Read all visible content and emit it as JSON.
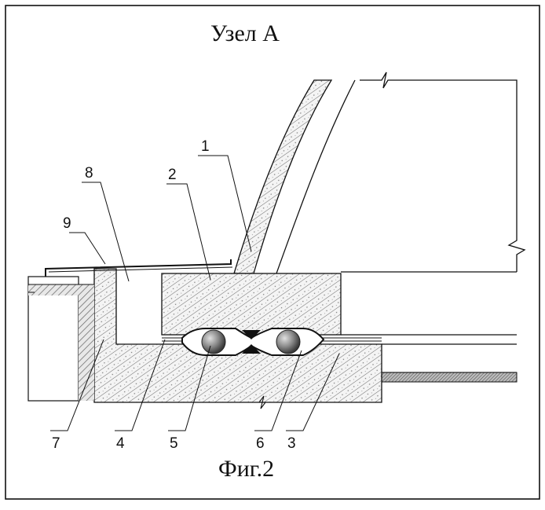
{
  "title": "Узел А",
  "caption": "Фиг.2",
  "callouts": {
    "c1": "1",
    "c2": "2",
    "c3": "3",
    "c4": "4",
    "c5": "5",
    "c6": "6",
    "c7": "7",
    "c8": "8",
    "c9": "9"
  },
  "colors": {
    "line": "#111111",
    "hatch": "#555555",
    "ball": "#8a8a8a"
  }
}
